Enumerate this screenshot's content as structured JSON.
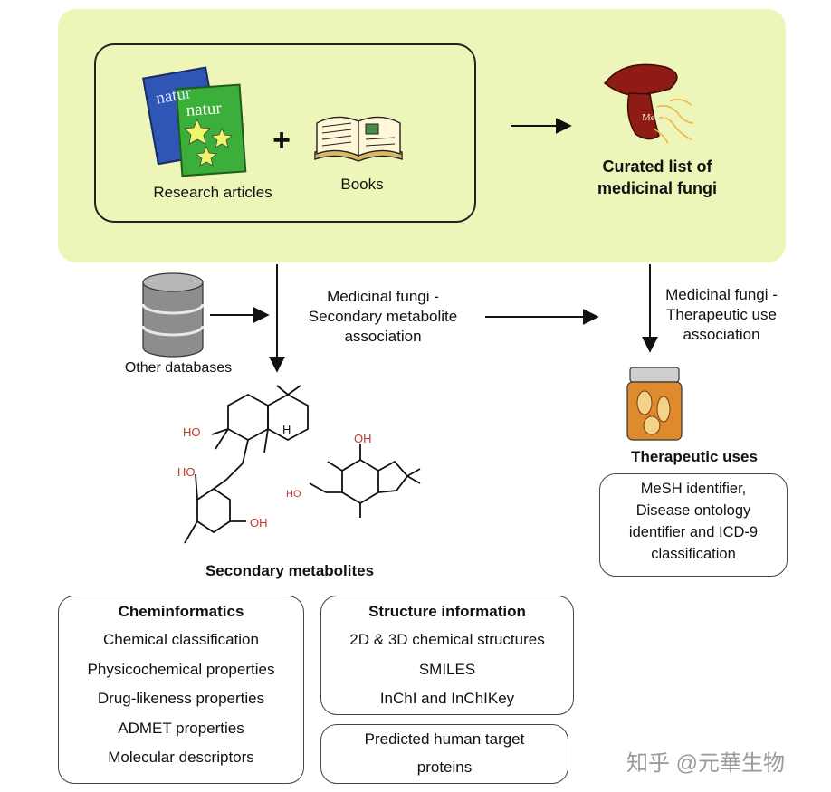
{
  "sources": {
    "research_articles": "Research articles",
    "books": "Books",
    "plus": "+",
    "journal_cover_text": "natur"
  },
  "curated": {
    "line1": "Curated list of",
    "line2": "medicinal fungi",
    "logo_text": "MeFSAT"
  },
  "other_databases": "Other databases",
  "assoc_metabolite": [
    "Medicinal fungi -",
    "Secondary metabolite",
    "association"
  ],
  "assoc_therapeutic": [
    "Medicinal fungi -",
    "Therapeutic use",
    "association"
  ],
  "therapeutic": {
    "title": "Therapeutic uses",
    "box_lines": [
      "MeSH identifier,",
      "Disease ontology",
      "identifier and ICD-9",
      "classification"
    ]
  },
  "metabolites": {
    "title": "Secondary metabolites",
    "labels": [
      "HO",
      "HO",
      "OH",
      "H",
      "HO",
      "OH"
    ]
  },
  "cheminformatics": {
    "title": "Cheminformatics",
    "items": [
      "Chemical classification",
      "Physicochemical properties",
      "Drug-likeness properties",
      "ADMET properties",
      "Molecular descriptors"
    ]
  },
  "structure": {
    "title": "Structure information",
    "items": [
      "2D & 3D chemical structures",
      "SMILES",
      "InChI and InChIKey"
    ]
  },
  "targets": {
    "lines": [
      "Predicted human target",
      "proteins"
    ]
  },
  "watermark": "知乎 @元華生物"
}
